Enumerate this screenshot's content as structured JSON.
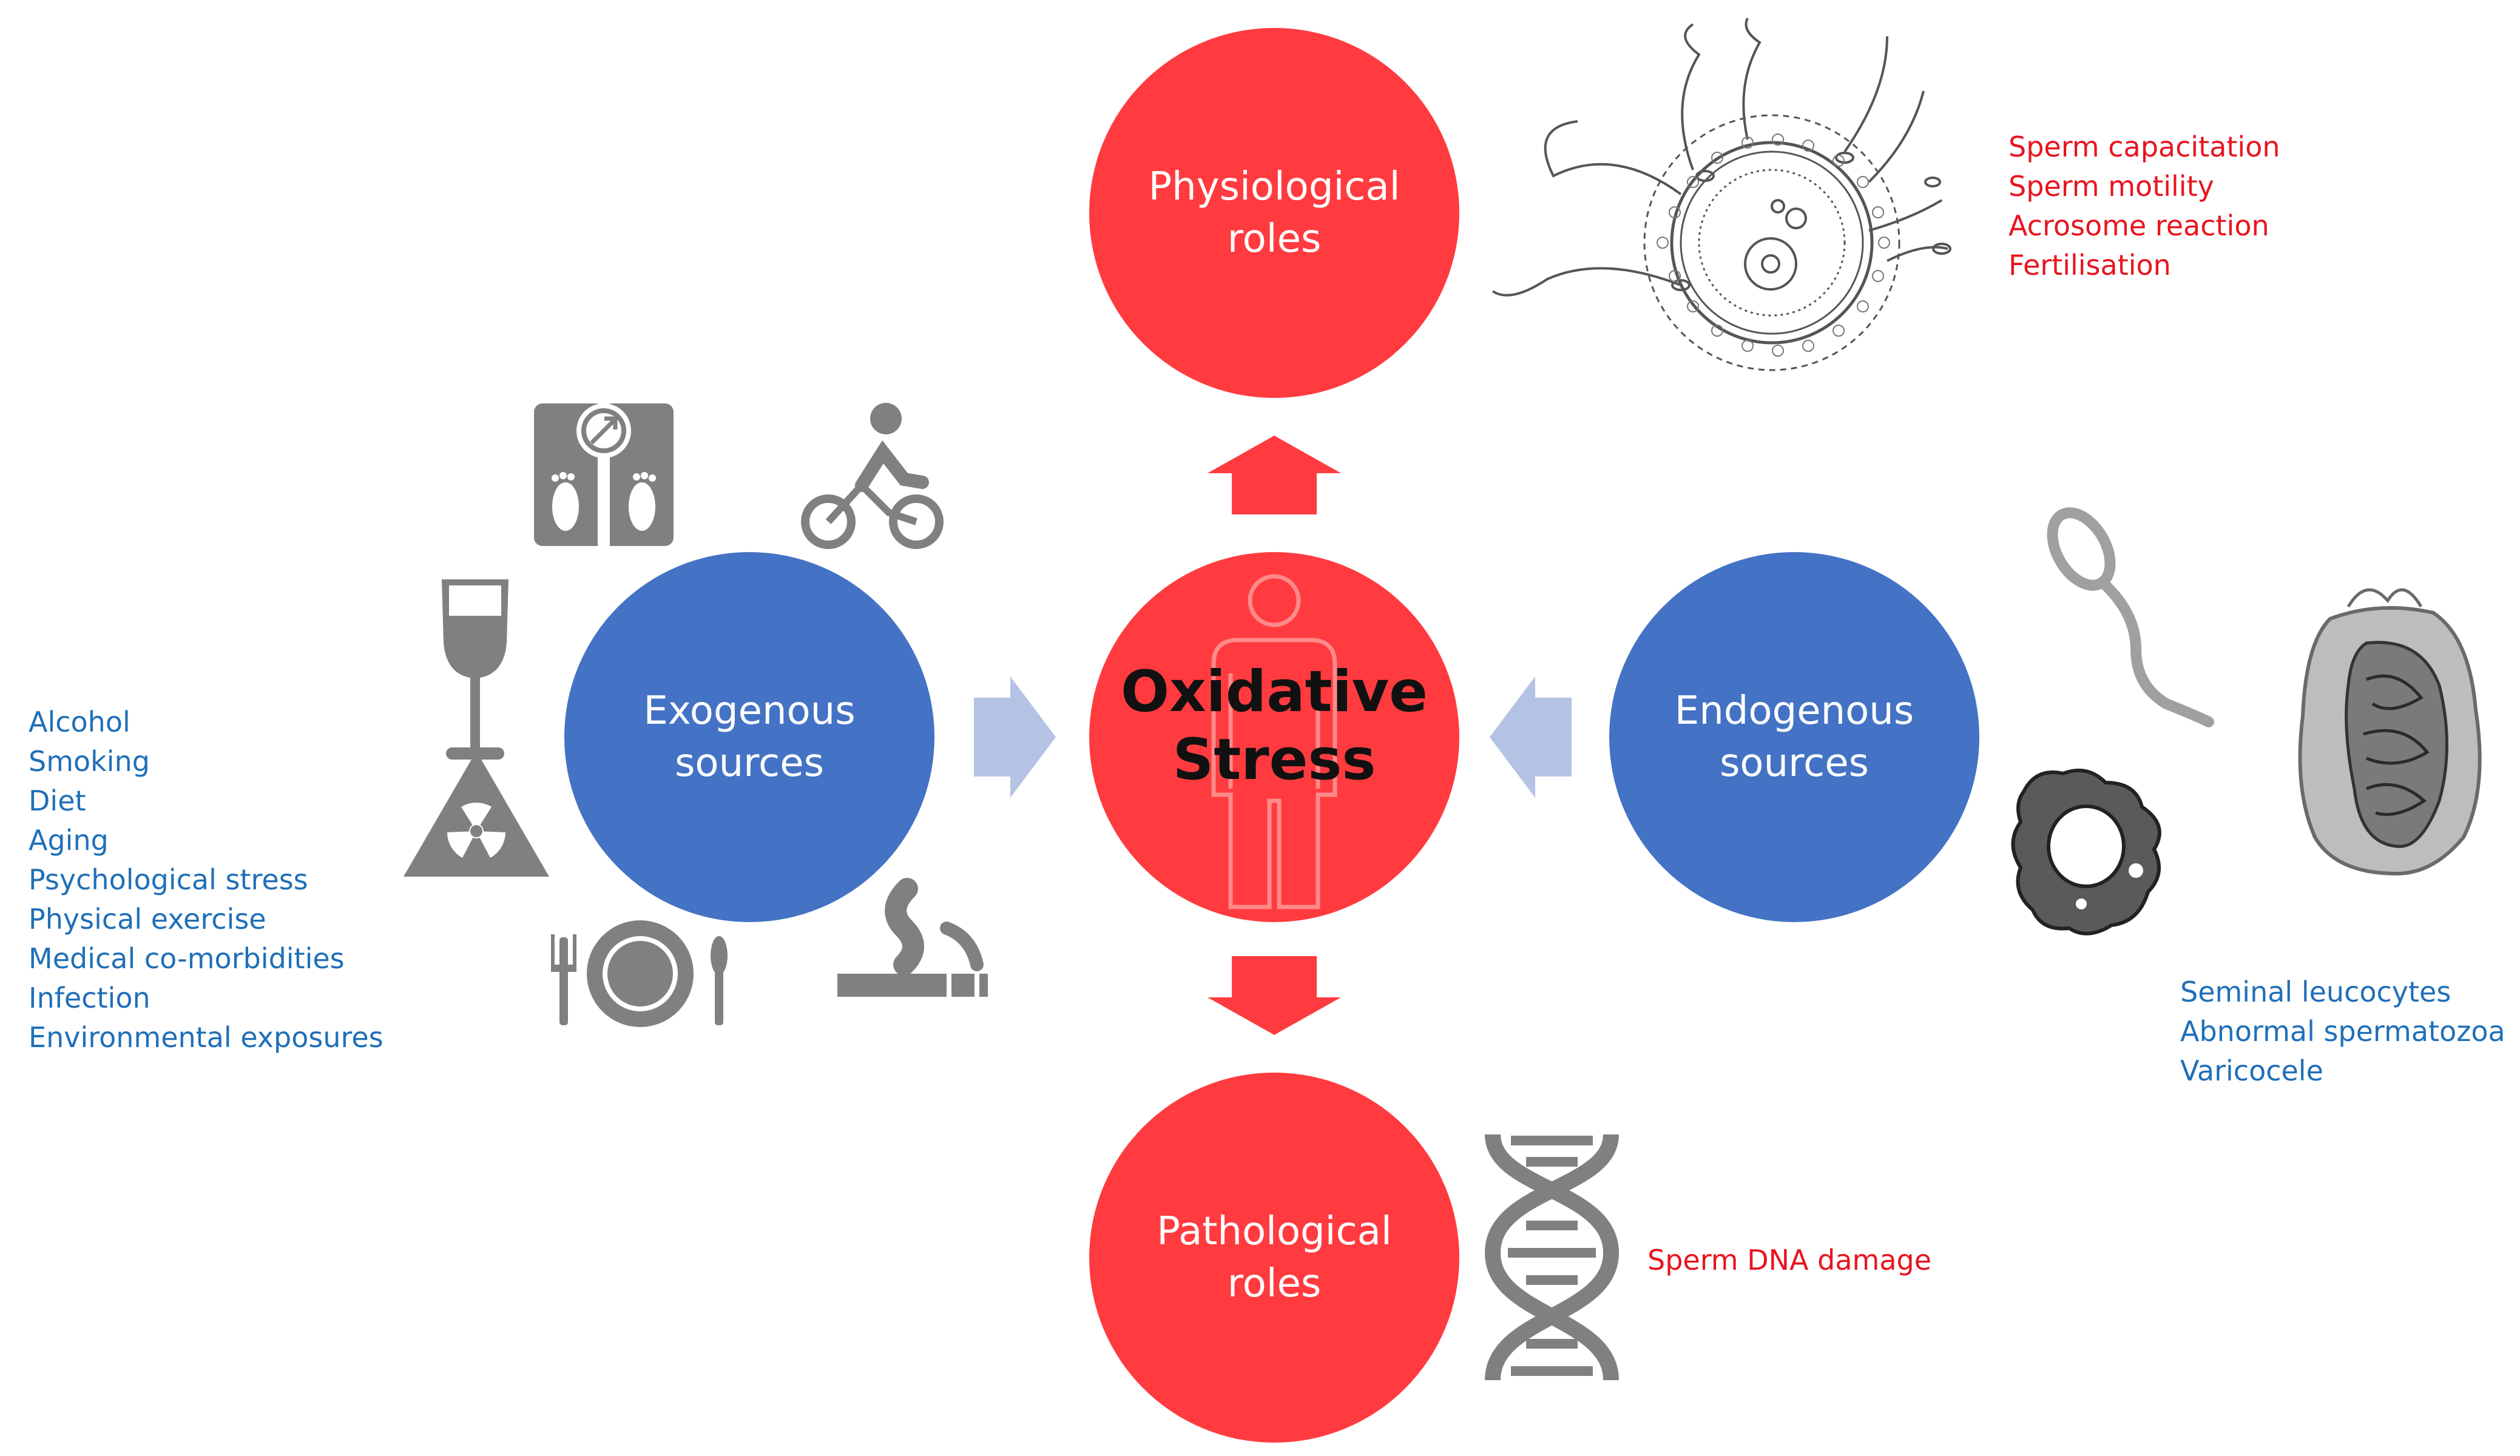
{
  "center": {
    "title_line1": "Oxidative",
    "title_line2": "Stress"
  },
  "physiological": {
    "line1": "Physiological",
    "line2": "roles"
  },
  "pathological": {
    "line1": "Pathological",
    "line2": "roles"
  },
  "exogenous": {
    "line1": "Exogenous",
    "line2": "sources"
  },
  "endogenous": {
    "line1": "Endogenous",
    "line2": "sources"
  },
  "exogenous_list": [
    "Alcohol",
    "Smoking",
    "Diet",
    "Aging",
    "Psychological stress",
    "Physical exercise",
    "Medical co-morbidities",
    "Infection",
    "Environmental exposures"
  ],
  "physiological_list": [
    "Sperm capacitation",
    "Sperm motility",
    "Acrosome reaction",
    "Fertilisation"
  ],
  "pathological_list": [
    "Sperm DNA damage"
  ],
  "endogenous_list": [
    "Seminal leucocytes",
    "Abnormal spermatozoa",
    "Varicocele"
  ],
  "icons": [
    "scale-icon",
    "cyclist-icon",
    "wine-glass-icon",
    "radiation-icon",
    "plate-cutlery-icon",
    "cigarette-icon",
    "oocyte-sperm-icon",
    "dna-icon",
    "sperm-icon",
    "leucocyte-icon",
    "testis-icon",
    "person-icon"
  ],
  "colors": {
    "red_circle": "#ff3b3f",
    "blue_circle": "#4472c4",
    "red_text": "#e8141e",
    "blue_text": "#1f6fb8",
    "icon_grey": "#808080",
    "arrow_lavender": "#b4c3e3"
  }
}
